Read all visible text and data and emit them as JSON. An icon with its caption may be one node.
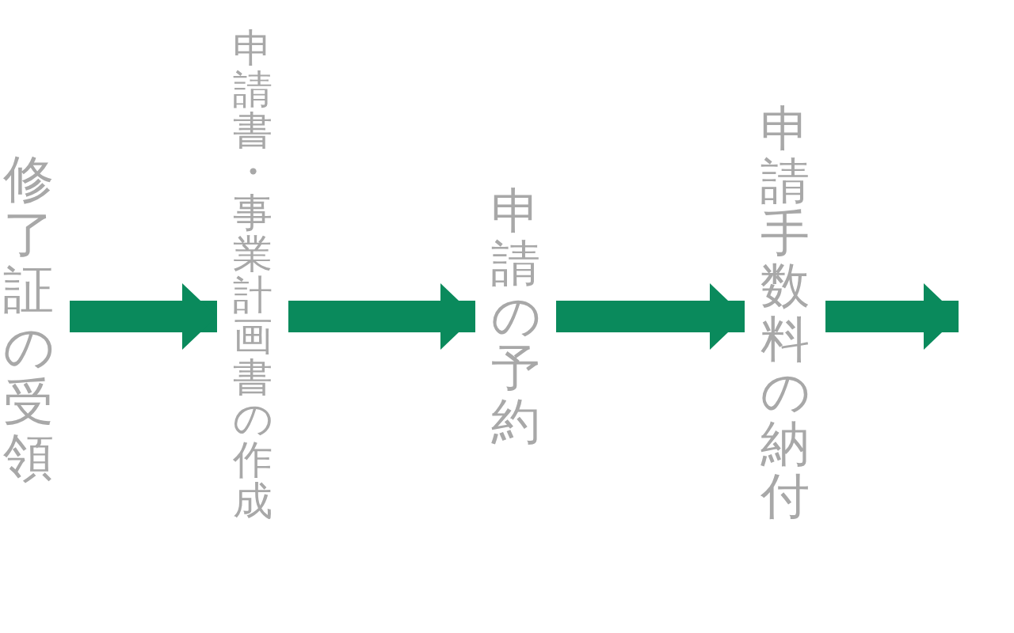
{
  "diagram": {
    "nodes": [
      {
        "text": [
          "修了証の受領"
        ]
      },
      {
        "text": [
          "申請書・事業計画書の作成"
        ]
      },
      {
        "text": [
          "申請の予約"
        ]
      },
      {
        "text": [
          "申請手数料の納付"
        ]
      }
    ],
    "edges": [
      {
        "from": 0,
        "to": 1,
        "arrow": "to"
      },
      {
        "from": 1,
        "to": 2,
        "arrow": "to"
      },
      {
        "from": 2,
        "to": 3,
        "arrow": "to"
      },
      {
        "from": 3,
        "to": null,
        "arrow": "to"
      }
    ]
  }
}
